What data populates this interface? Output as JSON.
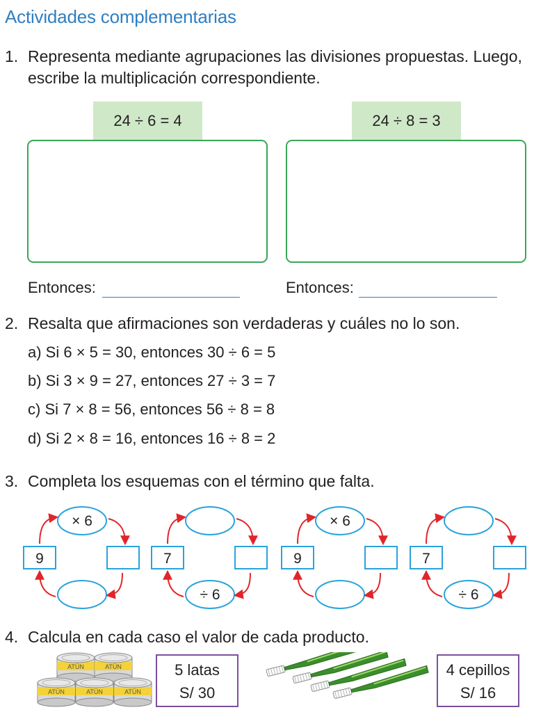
{
  "section_title": "Actividades complementarias",
  "q1": {
    "number": "1.",
    "text_line1": "Representa mediante agrupaciones las divisiones propuestas. Luego,",
    "text_line2": "escribe la multiplicación correspondiente.",
    "boxes": [
      {
        "equation": "24 ÷ 6 = 4",
        "entonces": "Entonces:"
      },
      {
        "equation": "24 ÷ 8 = 3",
        "entonces": "Entonces:"
      }
    ]
  },
  "q2": {
    "number": "2.",
    "text": "Resalta que afirmaciones son verdaderas y cuáles no lo son.",
    "items": [
      "a)  Si 6 × 5 = 30, entonces 30 ÷ 6 = 5",
      "b)  Si 3 × 9 = 27, entonces 27 ÷ 3 = 7",
      "c) Si 7 × 8 = 56, entonces 56 ÷ 8 = 8",
      "d) Si 2 × 8 = 16, entonces 16 ÷ 8 = 2"
    ]
  },
  "q3": {
    "number": "3.",
    "text": "Completa los esquemas con el término que falta.",
    "schemes": [
      {
        "start": "9",
        "top": "× 6",
        "bottom": "",
        "end": ""
      },
      {
        "start": "7",
        "top": "",
        "bottom": "÷ 6",
        "end": ""
      },
      {
        "start": "9",
        "top": "× 6",
        "bottom": "",
        "end": ""
      },
      {
        "start": "7",
        "top": "",
        "bottom": "÷ 6",
        "end": ""
      }
    ]
  },
  "q4": {
    "number": "4.",
    "text": "Calcula en cada caso el valor de cada producto.",
    "can_label": "ATÚN",
    "products": [
      {
        "line1": "5 latas",
        "line2": "S/ 30"
      },
      {
        "line1": "4 cepillos",
        "line2": "S/ 16"
      }
    ]
  },
  "colors": {
    "title_blue": "#2f7fc1",
    "tab_green": "#cfe9c8",
    "box_green": "#3aa657",
    "oval_blue": "#29a3dc",
    "arrow_red": "#e0262b",
    "price_purple": "#7b4fa0"
  }
}
